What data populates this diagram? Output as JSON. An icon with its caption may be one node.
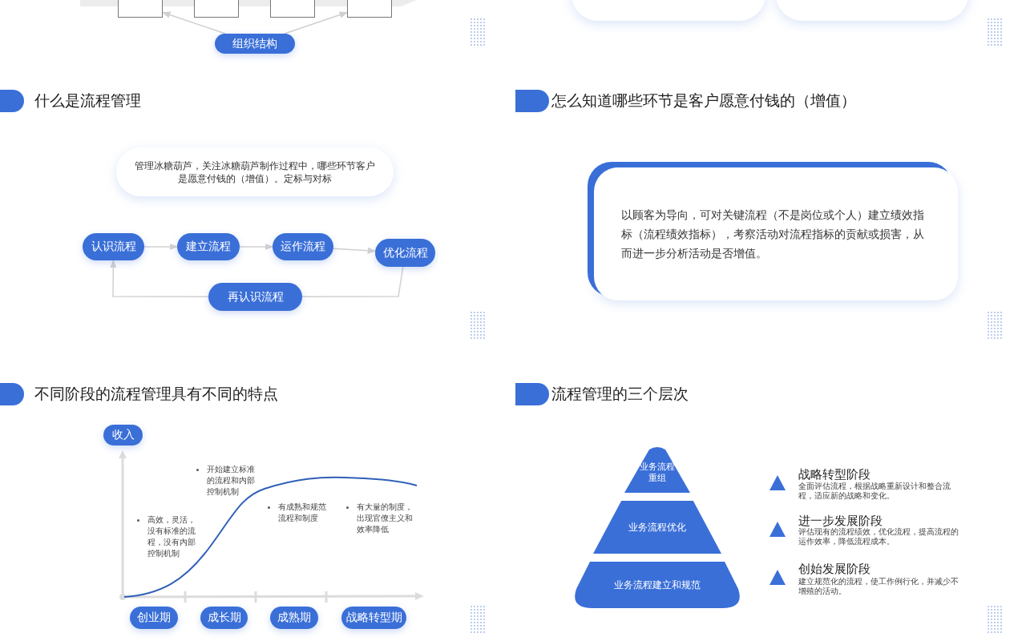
{
  "diagram": {
    "nodes": [
      {
        "text": [],
        "shape": "box"
      },
      {
        "text": [],
        "shape": "box"
      },
      {
        "text": [],
        "shape": "box"
      },
      {
        "text": [],
        "shape": "box"
      },
      {
        "text": [
          "组织结构"
        ]
      },
      {
        "text": [],
        "shape": "box"
      },
      {
        "text": [],
        "shape": "box"
      },
      {
        "text": [
          "管理冰糖葫芦，关注冰糖葫芦制作过程中，哪些环节客户是愿意付钱的（增值）。定标与对标"
        ]
      },
      {
        "text": [
          "认识流程"
        ]
      },
      {
        "text": [
          "建立流程"
        ]
      },
      {
        "text": [
          "运作流程"
        ]
      },
      {
        "text": [
          "优化流程"
        ]
      },
      {
        "text": [
          "再认识流程"
        ]
      },
      {
        "text": [
          "以顾客为导向，可对关键流程（不是岗位或个人）建立绩效指标（流程绩效指标），考察活动对流程指标的贡献或损害，从而进一步分析活动是否增值。"
        ]
      },
      {
        "text": [
          "收入"
        ]
      },
      {
        "text": [
          "创业期"
        ]
      },
      {
        "text": [
          "成长期"
        ]
      },
      {
        "text": [
          "成熟期"
        ]
      },
      {
        "text": [
          "战略转型期"
        ]
      },
      {
        "text": [
          "业务流程重组"
        ]
      },
      {
        "text": [
          "业务流程优化"
        ]
      },
      {
        "text": [
          "业务流程建立和规范"
        ]
      }
    ],
    "edges": [
      {
        "from": 4,
        "to": 0,
        "arrow": "to"
      },
      {
        "from": 4,
        "to": 3,
        "arrow": "to"
      },
      {
        "from": 8,
        "to": 9,
        "arrow": "to"
      },
      {
        "from": 9,
        "to": 10,
        "arrow": "to"
      },
      {
        "from": 10,
        "to": 11,
        "arrow": "to"
      },
      {
        "from": 11,
        "to": 12,
        "arrow": "none"
      },
      {
        "from": 12,
        "to": 8,
        "arrow": "to"
      }
    ],
    "labels": [
      "什么是流程管理",
      "怎么知道哪些环节是客户愿意付钱的（增值）",
      "不同阶段的流程管理具有不同的特点",
      "流程管理的三个层次",
      "高效，灵活，没有标准的流程，没有内部控制机制",
      "开始建立标准的流程和内部控制机制",
      "有成熟和规范流程和制度",
      "有大量的制度，出现官僚主义和效率降低",
      "战略转型阶段",
      "全面评估流程，根据战略重新设计和整合流程，适应新的战略和变化。",
      "进一步发展阶段",
      "评估现有的流程绩效，优化流程，提高流程的运作效率，降低流程成本。",
      "创始发展阶段",
      "建立规范化的流程，使工作例行化，并减少不增殖的活动。"
    ]
  }
}
